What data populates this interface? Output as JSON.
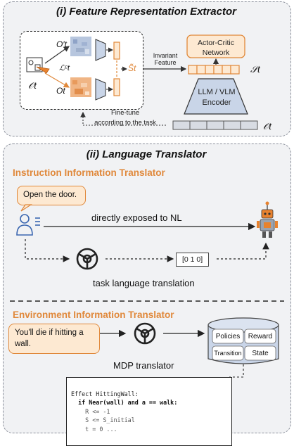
{
  "panel1": {
    "title": "(i) Feature Representation Extractor",
    "o_prime": "O′t",
    "o_t_inner": "Ot",
    "o_t_left": "𝒪t",
    "loss": "ℒᶜt",
    "s_tilde": "S̃t",
    "invariant_feature": [
      "Invariant",
      "Feature"
    ],
    "actor_critic": [
      "Actor-Critic",
      "Network"
    ],
    "s_t": "𝒮t",
    "encoder": [
      "LLM / VLM",
      "Encoder"
    ],
    "o_t_right": "𝒪t",
    "fine_tune": [
      "Fine-tune",
      "according to the task"
    ]
  },
  "panel2": {
    "title": "(ii) Language Translator",
    "instruction_header": "Instruction Information Translator",
    "instruction_bubble": "Open the door.",
    "direct_label": "directly exposed to NL",
    "vector_label": "[0 1 0]",
    "task_translation": "task language translation",
    "environment_header": "Environment Information Translator",
    "env_bubble": [
      "You'll die if hitting a",
      "wall."
    ],
    "mdp_translator": "MDP translator",
    "db_cells": [
      "Policies",
      "Reward",
      "Transition",
      "State"
    ],
    "code_lines": [
      "Effect HittingWall:",
      "  if Near(wall) and a == walk:",
      "    R <= -1",
      "    S <= S_initial",
      "    t = 0 ..."
    ]
  },
  "colors": {
    "accent": "#e0883a",
    "accent_fill": "#fde9d2",
    "panel_bg": "#f1f2f4",
    "encoder_fill": "#c9d5e8",
    "robot_orange": "#e8822e"
  }
}
